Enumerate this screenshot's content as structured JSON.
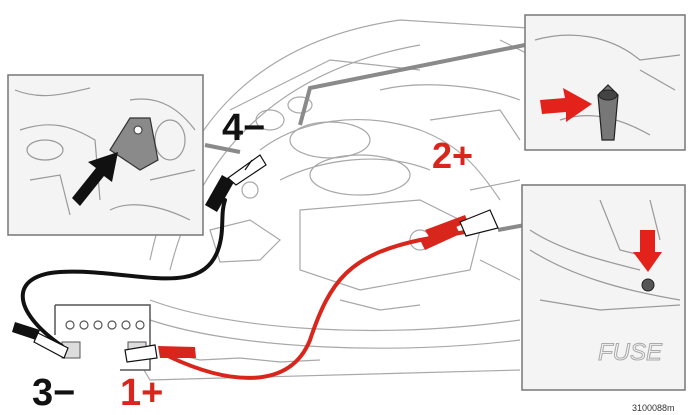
{
  "labels": {
    "step1": "1+",
    "step2": "2+",
    "step3": "3−",
    "step4": "4−"
  },
  "colors": {
    "positive": "#d8261c",
    "negative": "#111111",
    "line": "#9a9a9a"
  },
  "reference_code": "3100088m",
  "fuse_text": "FUSE"
}
